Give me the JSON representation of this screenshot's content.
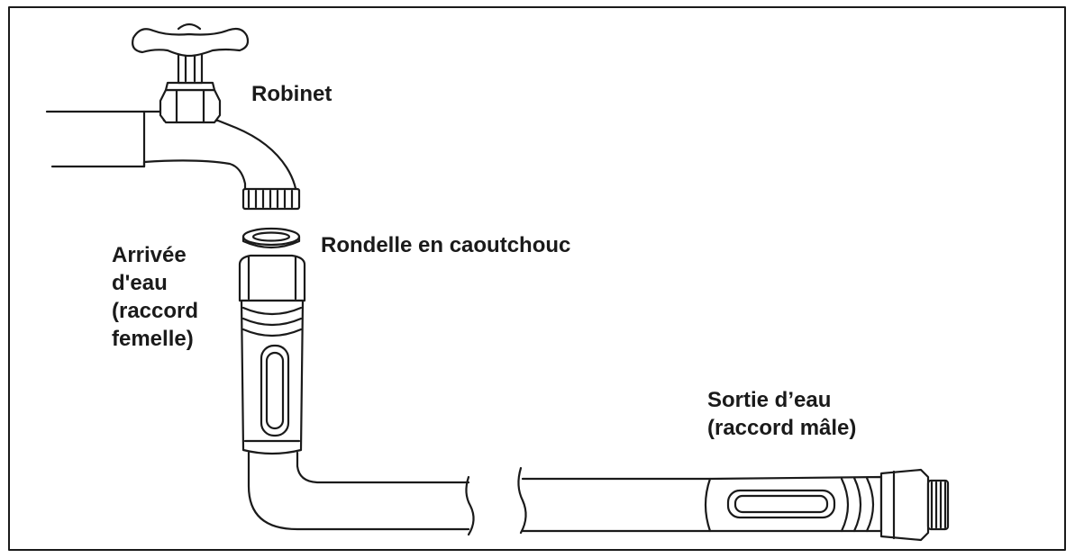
{
  "labels": {
    "faucet": "Robinet",
    "washer": "Rondelle en caoutchouc",
    "inlet": [
      "Arrivée",
      "d'eau",
      "(raccord",
      "femelle)"
    ],
    "outlet": [
      "Sortie d’eau",
      "(raccord mâle)"
    ]
  },
  "colors": {
    "stroke": "#1a1a1a",
    "background": "#ffffff"
  }
}
